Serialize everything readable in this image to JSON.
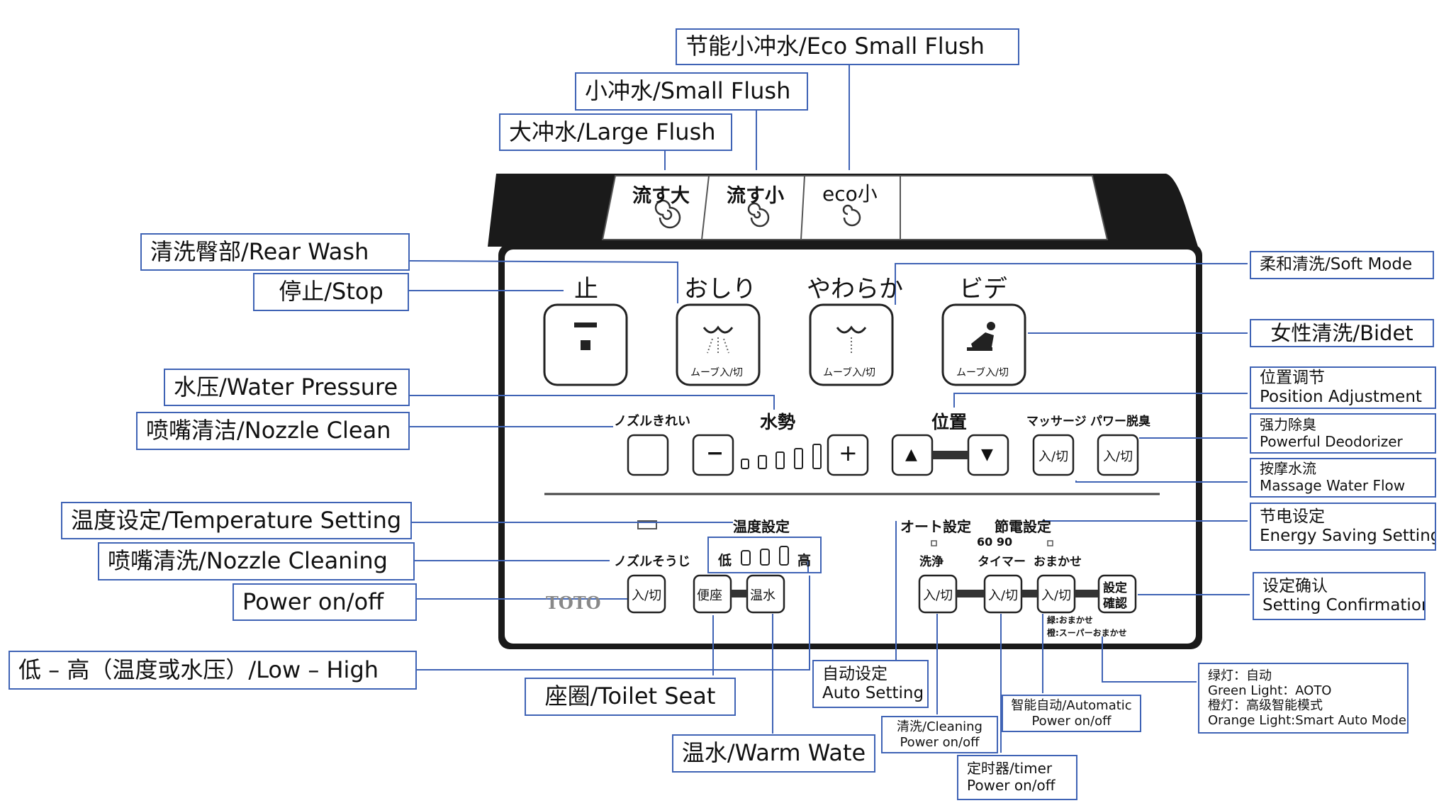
{
  "callouts": {
    "eco_small_flush": "节能小冲水/Eco Small Flush",
    "small_flush": "小冲水/Small Flush",
    "large_flush": "大冲水/Large Flush",
    "rear_wash": "清洗臀部/Rear Wash",
    "stop": "停止/Stop",
    "soft_mode": "柔和清洗/Soft Mode",
    "bidet": "女性清洗/Bidet",
    "water_pressure": "水压/Water Pressure",
    "nozzle_clean": "喷嘴清洁/Nozzle Clean",
    "position_cn": "位置调节",
    "position_en": "Position Adjustment",
    "deodorizer_cn": "强力除臭",
    "deodorizer_en": "Powerful Deodorizer",
    "massage_cn": "按摩水流",
    "massage_en": "Massage Water Flow",
    "temperature_setting": "温度设定/Temperature Setting",
    "energy_cn": "节电设定",
    "energy_en": "Energy Saving Setting",
    "nozzle_cleaning": "喷嘴清洗/Nozzle Cleaning",
    "power_onoff": "Power on/off",
    "confirm_cn": "设定确认",
    "confirm_en": "Setting Confirmation",
    "low_high": "低 – 高（温度或水压）/Low – High",
    "toilet_seat": "座圈/Toilet Seat",
    "auto_setting_cn": "自动设定",
    "auto_setting_en": "Auto Setting",
    "cleaning_power_1": "清洗/Cleaning",
    "cleaning_power_2": "Power on/off",
    "smart_auto_1": "智能自动/Automatic",
    "smart_auto_2": "Power on/off",
    "light_1": "绿灯：自动",
    "light_2": "Green Light：AOTO",
    "light_3": "橙灯：高级智能模式",
    "light_4": "Orange Light:Smart Auto Mode",
    "warm_water": "温水/Warm Wate",
    "timer_1": "定时器/timer",
    "timer_2": "Power on/off"
  },
  "panel": {
    "flush_large": "流す大",
    "flush_small": "流す小",
    "flush_eco": "eco小",
    "stop": "止",
    "oshiri": "おしり",
    "yawaraka": "やわらか",
    "bide": "ビデ",
    "move_onoff": "ムーブ入/切",
    "nozzle_kirei": "ノズルきれい",
    "suisei": "水勢",
    "ichi": "位置",
    "massage": "マッサージ",
    "power_deo": "パワー脱臭",
    "onoff": "入/切",
    "minus": "−",
    "plus": "+",
    "up": "▲",
    "down": "▼",
    "ondo_settei": "温度設定",
    "nozzle_souji": "ノズルそうじ",
    "low": "低",
    "high": "高",
    "benza": "便座",
    "onsui": "温水",
    "brand": "TOTO",
    "auto_settei": "オート設定",
    "setsuden_settei": "節電設定",
    "senjou": "洗浄",
    "timer_label": "タイマー",
    "omakase": "おまかせ",
    "timer_nums": "60 90",
    "settei": "設定",
    "kakunin": "確認",
    "legend_green": "緑:おまかせ",
    "legend_orange": "橙:スーパーおまかせ"
  }
}
